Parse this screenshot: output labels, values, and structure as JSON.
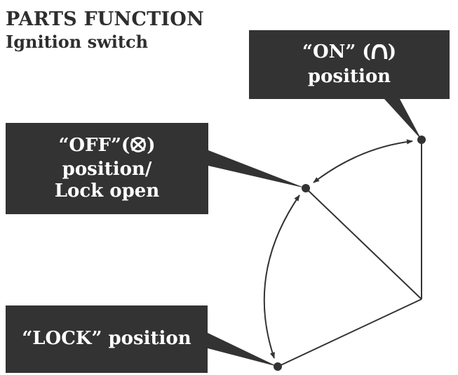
{
  "heading": {
    "title": "PARTS FUNCTION",
    "subtitle": "Ignition switch"
  },
  "labels": {
    "on": {
      "line1_prefix": "“ON” (",
      "line1_suffix": ")",
      "line2": "position",
      "symbol": "on-symbol-icon"
    },
    "off": {
      "line1_prefix": "“OFF”(",
      "line1_suffix": ")",
      "line2": "position/",
      "line3": "Lock open",
      "symbol": "off-symbol-icon"
    },
    "lock": {
      "line1": "“LOCK” position"
    }
  },
  "colors": {
    "box_background": "#333333",
    "box_text": "#ffffff",
    "line": "#333333"
  }
}
